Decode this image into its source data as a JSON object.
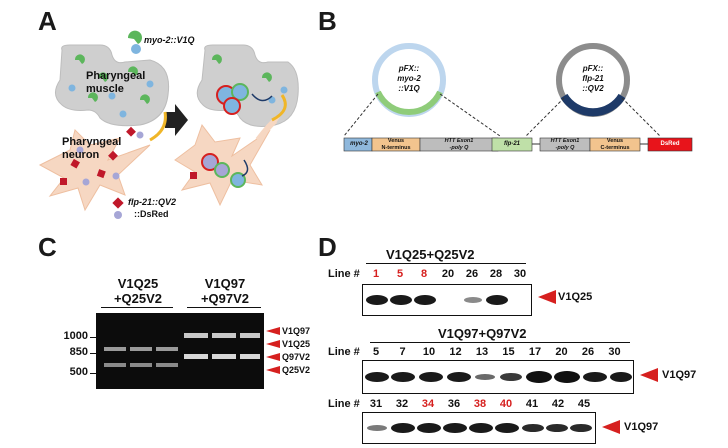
{
  "panels": {
    "a": {
      "letter": "A",
      "legend_top": "myo-2::V1Q",
      "muscle_label": "Pharyngeal\nmuscle",
      "neuron_label": "Pharyngeal\nneuron",
      "legend_bottom_1": "flp-21::QV2",
      "legend_bottom_2": "::DsRed"
    },
    "b": {
      "letter": "B",
      "plasmid1": "pFX::\nmyo-2\n::V1Q",
      "plasmid2": "pFX::\nflp-21\n::QV2",
      "box_myo2": "myo-2",
      "box_venus_n": "Venus\nN-terminus",
      "box_htt1": "HTT Exon1\n-poly Q",
      "box_flp21": "flp-21",
      "box_htt2": "HTT Exon1\n-poly Q",
      "box_venus_c": "Venus\nC-terminus",
      "box_dsred": "DsRed",
      "colors": {
        "blue": "#8fb8dc",
        "orange": "#f2c48e",
        "grey": "#bdbdbd",
        "green": "#bfe0a8",
        "navy": "#1e3a68",
        "red": "#e8141b"
      }
    },
    "c": {
      "letter": "C",
      "group1": "V1Q25\n+Q25V2",
      "group2": "V1Q97\n+Q97V2",
      "markers": [
        "1000",
        "850",
        "500"
      ],
      "bands": [
        "V1Q97",
        "V1Q25",
        "Q97V2",
        "Q25V2"
      ]
    },
    "d": {
      "letter": "D",
      "top_title": "V1Q25+Q25V2",
      "mid_title": "V1Q97+Q97V2",
      "line_label": "Line #",
      "top_lines": [
        "1",
        "5",
        "8",
        "20",
        "26",
        "28",
        "30"
      ],
      "top_red": [
        true,
        true,
        true,
        false,
        false,
        false,
        false
      ],
      "top_band": "V1Q25",
      "mid_lines": [
        "5",
        "7",
        "10",
        "12",
        "13",
        "15",
        "17",
        "20",
        "26",
        "30"
      ],
      "mid_band": "V1Q97",
      "bot_lines": [
        "31",
        "32",
        "34",
        "36",
        "38",
        "40",
        "41",
        "42",
        "45"
      ],
      "bot_red": [
        false,
        false,
        true,
        false,
        true,
        true,
        false,
        false,
        false
      ],
      "bot_band": "V1Q97"
    }
  }
}
